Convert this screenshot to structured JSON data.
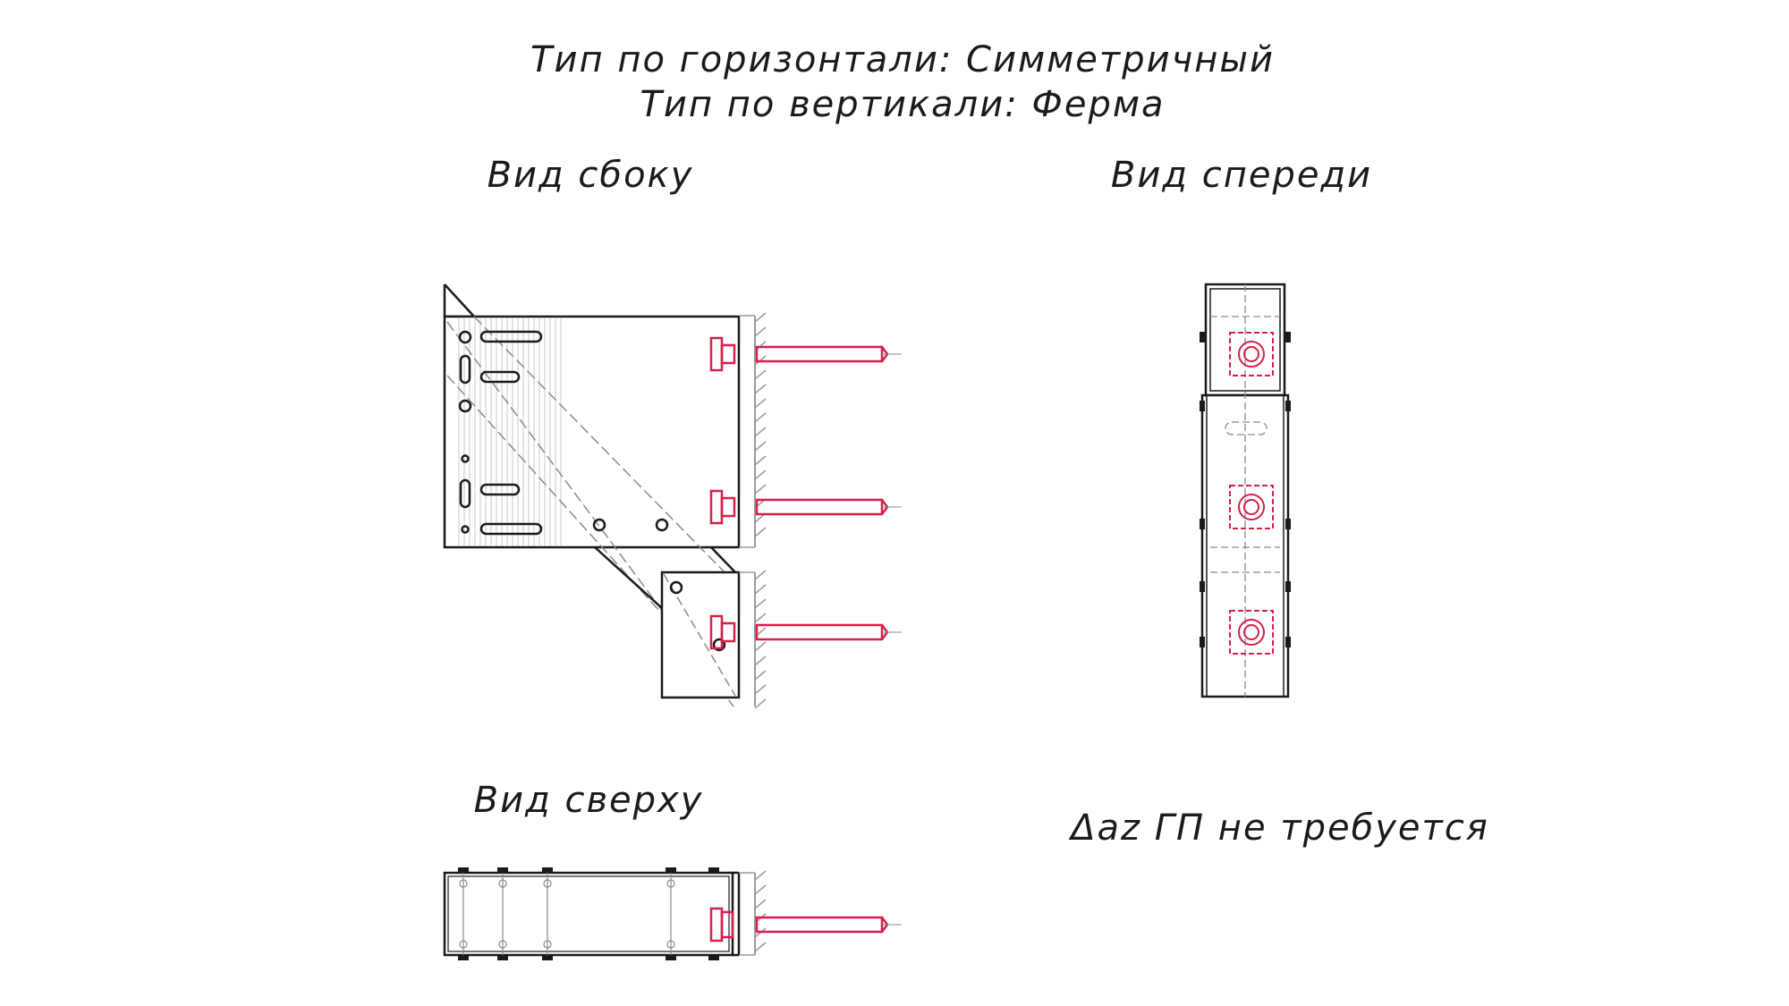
{
  "header": {
    "horizontal_type": "Тип по горизонтали: Симметричный",
    "vertical_type": "Тип по вертикали: Ферма"
  },
  "views": {
    "side": "Вид сбоку",
    "front": "Вид спереди",
    "top": "Вид сверху"
  },
  "note": "Δaz ГП не требуется",
  "colors": {
    "line": "#1a1a1a",
    "anchor": "#d6204a",
    "hatch": "#9a9a9a",
    "dash": "#8a8a8a"
  }
}
